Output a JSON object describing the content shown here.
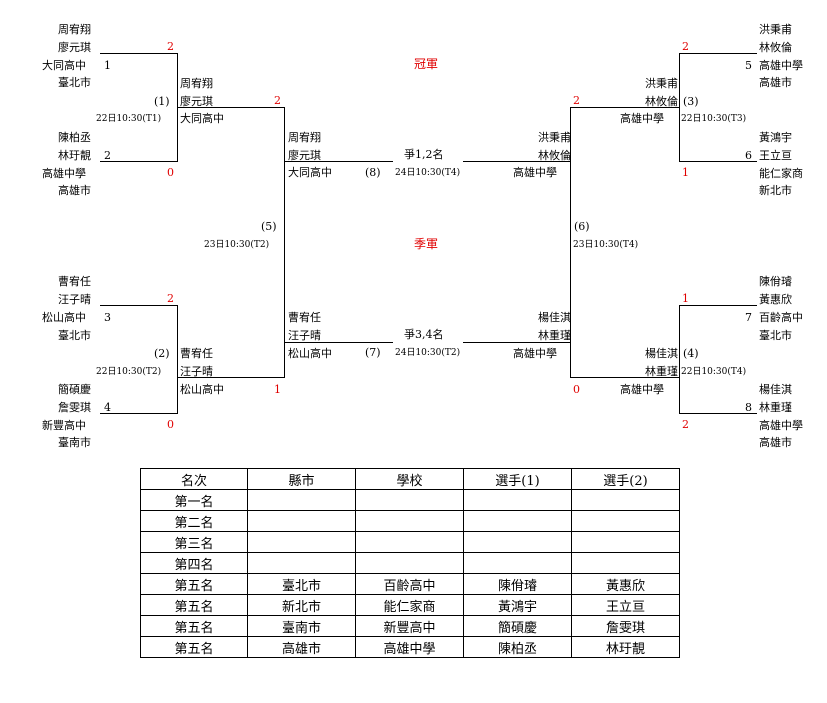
{
  "bracket": {
    "title_champion": "冠軍",
    "title_third": "季軍",
    "final_label": "爭1,2名",
    "final_time": "24日10:30(T4)",
    "final_game": "(8)",
    "third_label": "爭3,4名",
    "third_time": "24日10:30(T2)",
    "third_game": "(7)",
    "left": {
      "team1": {
        "p1": "周宥翔",
        "p2": "廖元琪",
        "school": "大同高中",
        "seed": "1",
        "city": "臺北市",
        "score": "2"
      },
      "team2": {
        "p1": "陳柏丞",
        "p2": "林玗靚",
        "school": "高雄中學",
        "seed": "2",
        "city": "高雄市",
        "score": "0"
      },
      "team3": {
        "p1": "曹宥任",
        "p2": "汪子晴",
        "school": "松山高中",
        "seed": "3",
        "city": "臺北市",
        "score": "2"
      },
      "team4": {
        "p1": "簡碩慶",
        "p2": "詹雯琪",
        "school": "新豐高中",
        "seed": "4",
        "city": "臺南市",
        "score": "0"
      },
      "game1": {
        "no": "(1)",
        "time": "22日10:30(T1)",
        "w1": "周宥翔",
        "w2": "廖元琪",
        "ws": "大同高中",
        "score": "2"
      },
      "game2": {
        "no": "(2)",
        "time": "22日10:30(T2)",
        "w1": "曹宥任",
        "w2": "汪子晴",
        "ws": "松山高中",
        "score": "1"
      },
      "semi": {
        "no": "(5)",
        "time": "23日10:30(T2)",
        "w1": "周宥翔",
        "w2": "廖元琪",
        "ws": "大同高中",
        "l1": "曹宥任",
        "l2": "汪子晴",
        "ls": "松山高中"
      }
    },
    "right": {
      "team5": {
        "p1": "洪秉甫",
        "p2": "林攸倫",
        "school": "高雄中學",
        "seed": "5",
        "city": "高雄市",
        "score": "2"
      },
      "team6": {
        "p1": "黃鴻宇",
        "p2": "王立亘",
        "school": "能仁家商",
        "seed": "6",
        "city": "新北市",
        "score": "1"
      },
      "team7": {
        "p1": "陳佾璿",
        "p2": "黃惠欣",
        "school": "百齡高中",
        "seed": "7",
        "city": "臺北市",
        "score": "1"
      },
      "team8": {
        "p1": "楊佳淇",
        "p2": "林重瑾",
        "school": "高雄中學",
        "seed": "8",
        "city": "高雄市",
        "score": "2"
      },
      "game3": {
        "no": "(3)",
        "time": "22日10:30(T3)",
        "w1": "洪秉甫",
        "w2": "林攸倫",
        "ws": "高雄中學",
        "score": "2"
      },
      "game4": {
        "no": "(4)",
        "time": "22日10:30(T4)",
        "w1": "楊佳淇",
        "w2": "林重瑾",
        "ws": "高雄中學",
        "score": "0"
      },
      "semi": {
        "no": "(6)",
        "time": "23日10:30(T4)",
        "w1": "洪秉甫",
        "w2": "林攸倫",
        "ws": "高雄中學",
        "l1": "楊佳淇",
        "l2": "林重瑾",
        "ls": "高雄中學"
      }
    }
  },
  "results": {
    "headers": [
      "名次",
      "縣市",
      "學校",
      "選手(1)",
      "選手(2)"
    ],
    "rows": [
      [
        "第一名",
        "",
        "",
        "",
        ""
      ],
      [
        "第二名",
        "",
        "",
        "",
        ""
      ],
      [
        "第三名",
        "",
        "",
        "",
        ""
      ],
      [
        "第四名",
        "",
        "",
        "",
        ""
      ],
      [
        "第五名",
        "臺北市",
        "百齡高中",
        "陳佾璿",
        "黃惠欣"
      ],
      [
        "第五名",
        "新北市",
        "能仁家商",
        "黃鴻宇",
        "王立亘"
      ],
      [
        "第五名",
        "臺南市",
        "新豐高中",
        "簡碩慶",
        "詹雯琪"
      ],
      [
        "第五名",
        "高雄市",
        "高雄中學",
        "陳柏丞",
        "林玗靚"
      ]
    ]
  }
}
